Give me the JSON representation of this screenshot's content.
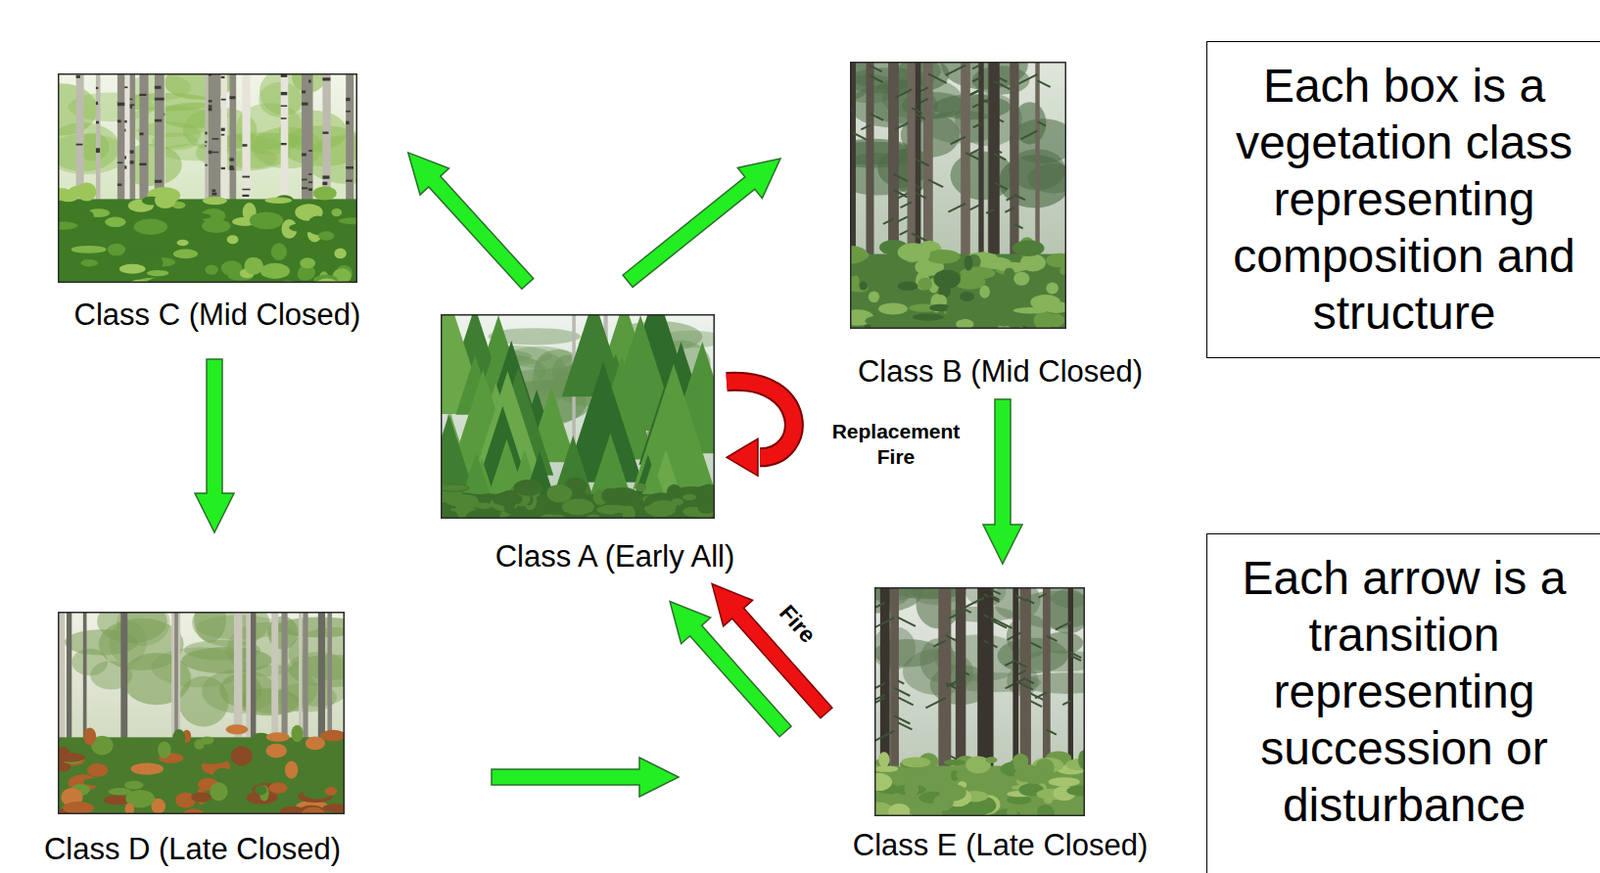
{
  "diagram": {
    "nodes": [
      {
        "text": [
          "Class C (Mid Closed)"
        ]
      },
      {
        "text": [
          "Class B (Mid Closed)"
        ]
      },
      {
        "text": [
          "Each box is a vegetation class representing composition and structure"
        ]
      },
      {
        "text": [
          "Class A (Early All)"
        ]
      },
      {
        "text": [
          "Each arrow is a transition representing succession or disturbance"
        ]
      },
      {
        "text": [
          "Class D (Late Closed)"
        ]
      },
      {
        "text": [
          "Class E (Late Closed)"
        ]
      }
    ],
    "edges": [
      {
        "from": 3,
        "to": 0,
        "arrow": "to"
      },
      {
        "from": 3,
        "to": 1,
        "arrow": "to"
      },
      {
        "from": 0,
        "to": 5,
        "arrow": "to"
      },
      {
        "from": 1,
        "to": 6,
        "arrow": "to"
      },
      {
        "from": 5,
        "to": 6,
        "arrow": "to"
      },
      {
        "from": 6,
        "to": 3,
        "arrow": "to"
      },
      {
        "from": 6,
        "to": 3,
        "label": "Fire",
        "arrow": "to"
      },
      {
        "from": 3,
        "to": 3,
        "label": "Replacement Fire",
        "arrow": "to"
      }
    ]
  }
}
